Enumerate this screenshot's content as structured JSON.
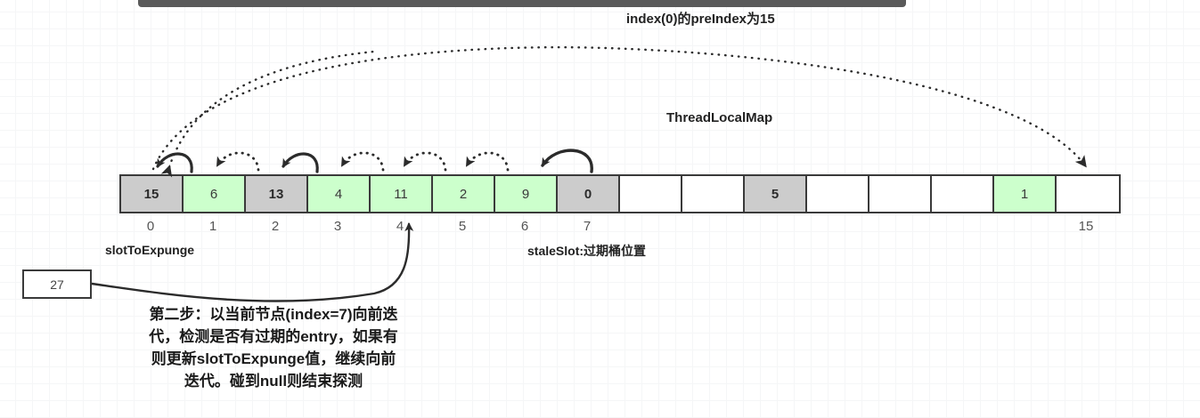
{
  "labels": {
    "pre_index_note": "index(0)的preIndex为15",
    "thread_local_map": "ThreadLocalMap",
    "slot_to_expunge": "slotToExpunge",
    "stale_slot": "staleSlot:过期桶位置"
  },
  "note_box": {
    "value": "27"
  },
  "description": {
    "line1": "第二步：以当前节点(index=7)向前迭",
    "line2": "代，检测是否有过期的entry，如果有",
    "line3": "则更新slotToExpunge值，继续向前",
    "line4": "迭代。碰到null则结束探测"
  },
  "array": {
    "cells": [
      {
        "index": "0",
        "value": "15",
        "state": "gray"
      },
      {
        "index": "1",
        "value": "6",
        "state": "green"
      },
      {
        "index": "2",
        "value": "13",
        "state": "gray"
      },
      {
        "index": "3",
        "value": "4",
        "state": "green"
      },
      {
        "index": "4",
        "value": "11",
        "state": "green"
      },
      {
        "index": "5",
        "value": "2",
        "state": "green"
      },
      {
        "index": "6",
        "value": "9",
        "state": "green"
      },
      {
        "index": "7",
        "value": "0",
        "state": "gray"
      },
      {
        "index": "",
        "value": "",
        "state": "empty"
      },
      {
        "index": "",
        "value": "",
        "state": "empty"
      },
      {
        "index": "",
        "value": "5",
        "state": "gray"
      },
      {
        "index": "",
        "value": "",
        "state": "empty"
      },
      {
        "index": "",
        "value": "",
        "state": "empty"
      },
      {
        "index": "",
        "value": "",
        "state": "empty"
      },
      {
        "index": "",
        "value": "1",
        "state": "green"
      },
      {
        "index": "15",
        "value": "",
        "state": "empty"
      }
    ]
  },
  "colors": {
    "gray_cell": "#cccccc",
    "green_cell": "#ccffcc",
    "border": "#3a3a3a",
    "top_bar": "#5a5a5a",
    "grid": "#eef0f2"
  }
}
